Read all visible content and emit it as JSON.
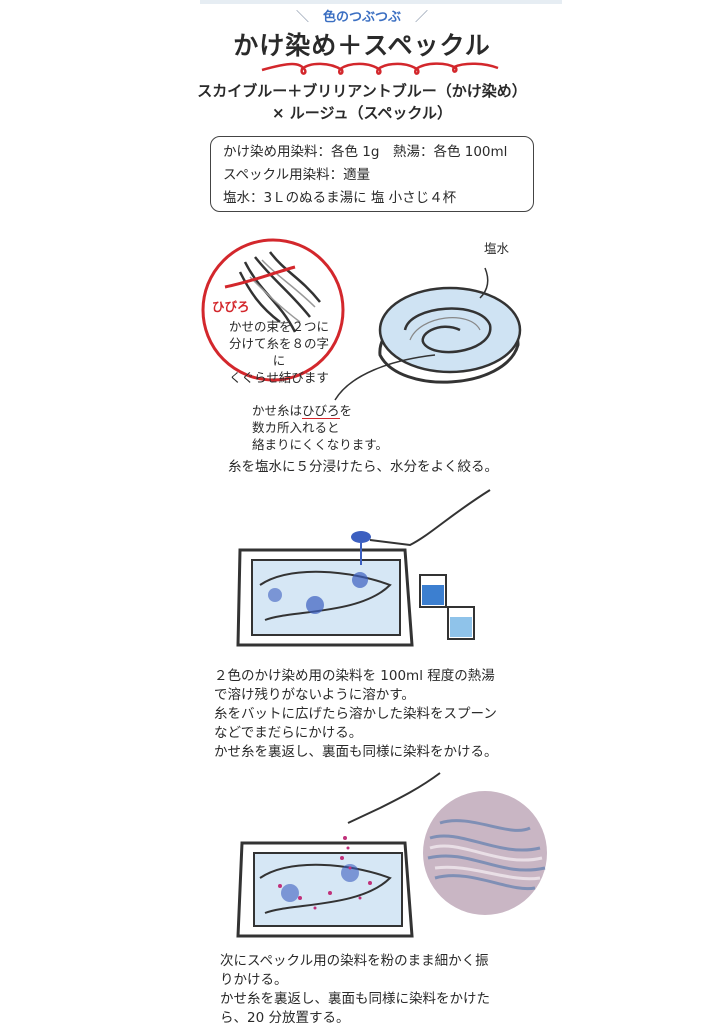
{
  "header": {
    "subtitle": "色のつぶつぶ",
    "title": "かけ染め＋スペックル",
    "colors_line1": "スカイブルー＋ブリリアントブルー（かけ染め）",
    "colors_line2": "× ルージュ（スペックル）"
  },
  "materials": [
    "かけ染め用染料：各色 1g　熱湯：各色 100ml",
    "スペックル用染料：適量",
    "塩水：3Ｌのぬるま湯に 塩 小さじ４杯"
  ],
  "step1": {
    "hibiro_label": "ひびろ",
    "circle_note": [
      "かせの束を２つに",
      "分けて糸を８の字に",
      "くぐらせ結びます"
    ],
    "bowl_label": "塩水",
    "note_prefix": "かせ糸は",
    "note_highlight": "ひびろ",
    "note_suffix": "を",
    "note_lines": [
      "数カ所入れると",
      "絡まりにくくなります。"
    ],
    "instruction": "糸を塩水に５分浸けたら、水分をよく絞る。"
  },
  "step2": {
    "lines": [
      "２色のかけ染め用の染料を 100ml 程度の熱湯",
      "で溶け残りがないように溶かす。",
      "糸をバットに広げたら溶かした染料をスプーン",
      "などでまだらにかける。",
      "かせ糸を裏返し、裏面も同様に染料をかける。"
    ]
  },
  "step3": {
    "lines": [
      "次にスペックル用の染料を粉のまま細かく振",
      "りかける。",
      "かせ糸を裏返し、裏面も同様に染料をかけた",
      "ら、20 分放置する。"
    ]
  },
  "colors": {
    "accent_red": "#d3272c",
    "water_blue": "#cfe3f3",
    "dye_blue": "#3c5fc0",
    "speckle_pink": "#c0307a"
  }
}
